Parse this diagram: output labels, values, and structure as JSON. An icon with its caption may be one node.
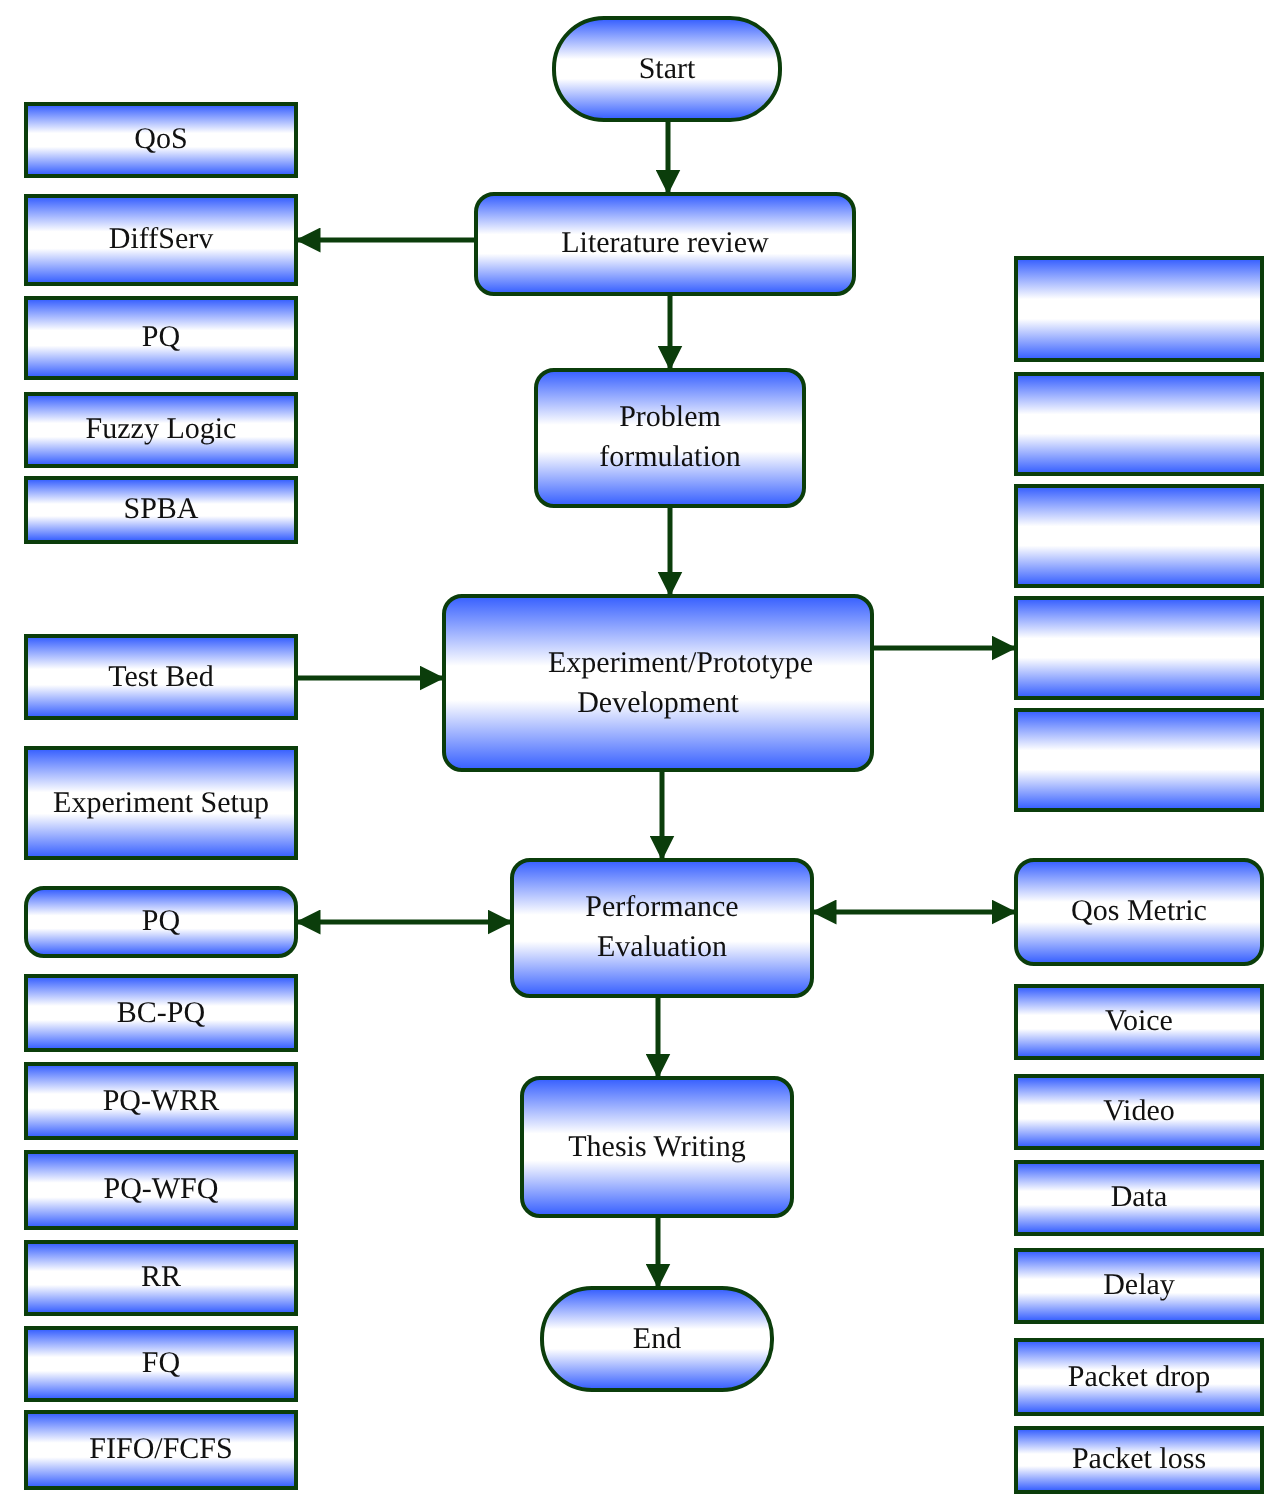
{
  "diagram": {
    "nodes": [
      {
        "text": [
          "Start"
        ]
      },
      {
        "text": [
          "Literature review"
        ]
      },
      {
        "text": [
          "Problem formulation"
        ]
      },
      {
        "text": [
          "Experiment/Prototype Development"
        ]
      },
      {
        "text": [
          "Performance Evaluation"
        ]
      },
      {
        "text": [
          "Thesis Writing"
        ]
      },
      {
        "text": [
          "End"
        ]
      },
      {
        "text": [
          "QoS"
        ]
      },
      {
        "text": [
          "DiffServ"
        ]
      },
      {
        "text": [
          "PQ"
        ]
      },
      {
        "text": [
          "Fuzzy Logic"
        ]
      },
      {
        "text": [
          "SPBA"
        ]
      },
      {
        "text": [
          "Test Bed"
        ]
      },
      {
        "text": [
          "Experiment Setup"
        ]
      },
      {
        "text": [
          "PQ"
        ]
      },
      {
        "text": [
          "BC-PQ"
        ]
      },
      {
        "text": [
          "PQ-WRR"
        ]
      },
      {
        "text": [
          "PQ-WFQ"
        ]
      },
      {
        "text": [
          "RR"
        ]
      },
      {
        "text": [
          "FQ"
        ]
      },
      {
        "text": [
          "FIFO/FCFS"
        ]
      },
      {
        "text": [],
        "shape": "box"
      },
      {
        "text": [],
        "shape": "box"
      },
      {
        "text": [],
        "shape": "box"
      },
      {
        "text": [],
        "shape": "box"
      },
      {
        "text": [],
        "shape": "box"
      },
      {
        "text": [
          "Qos Metric"
        ]
      },
      {
        "text": [
          "Voice"
        ]
      },
      {
        "text": [
          "Video"
        ]
      },
      {
        "text": [
          "Data"
        ]
      },
      {
        "text": [
          "Delay"
        ]
      },
      {
        "text": [
          "Packet drop"
        ]
      },
      {
        "text": [
          "Packet loss"
        ]
      }
    ],
    "edges": [
      {
        "from": 0,
        "to": 1,
        "arrow": "to"
      },
      {
        "from": 1,
        "to": 8,
        "arrow": "to"
      },
      {
        "from": 1,
        "to": 2,
        "arrow": "to"
      },
      {
        "from": 2,
        "to": 3,
        "arrow": "to"
      },
      {
        "from": 12,
        "to": 3,
        "arrow": "to"
      },
      {
        "from": 3,
        "to": 24,
        "arrow": "to"
      },
      {
        "from": 3,
        "to": 4,
        "arrow": "to"
      },
      {
        "from": 4,
        "to": 14,
        "arrow": "both"
      },
      {
        "from": 4,
        "to": 26,
        "arrow": "both"
      },
      {
        "from": 4,
        "to": 5,
        "arrow": "to"
      },
      {
        "from": 5,
        "to": 6,
        "arrow": "to"
      }
    ]
  }
}
